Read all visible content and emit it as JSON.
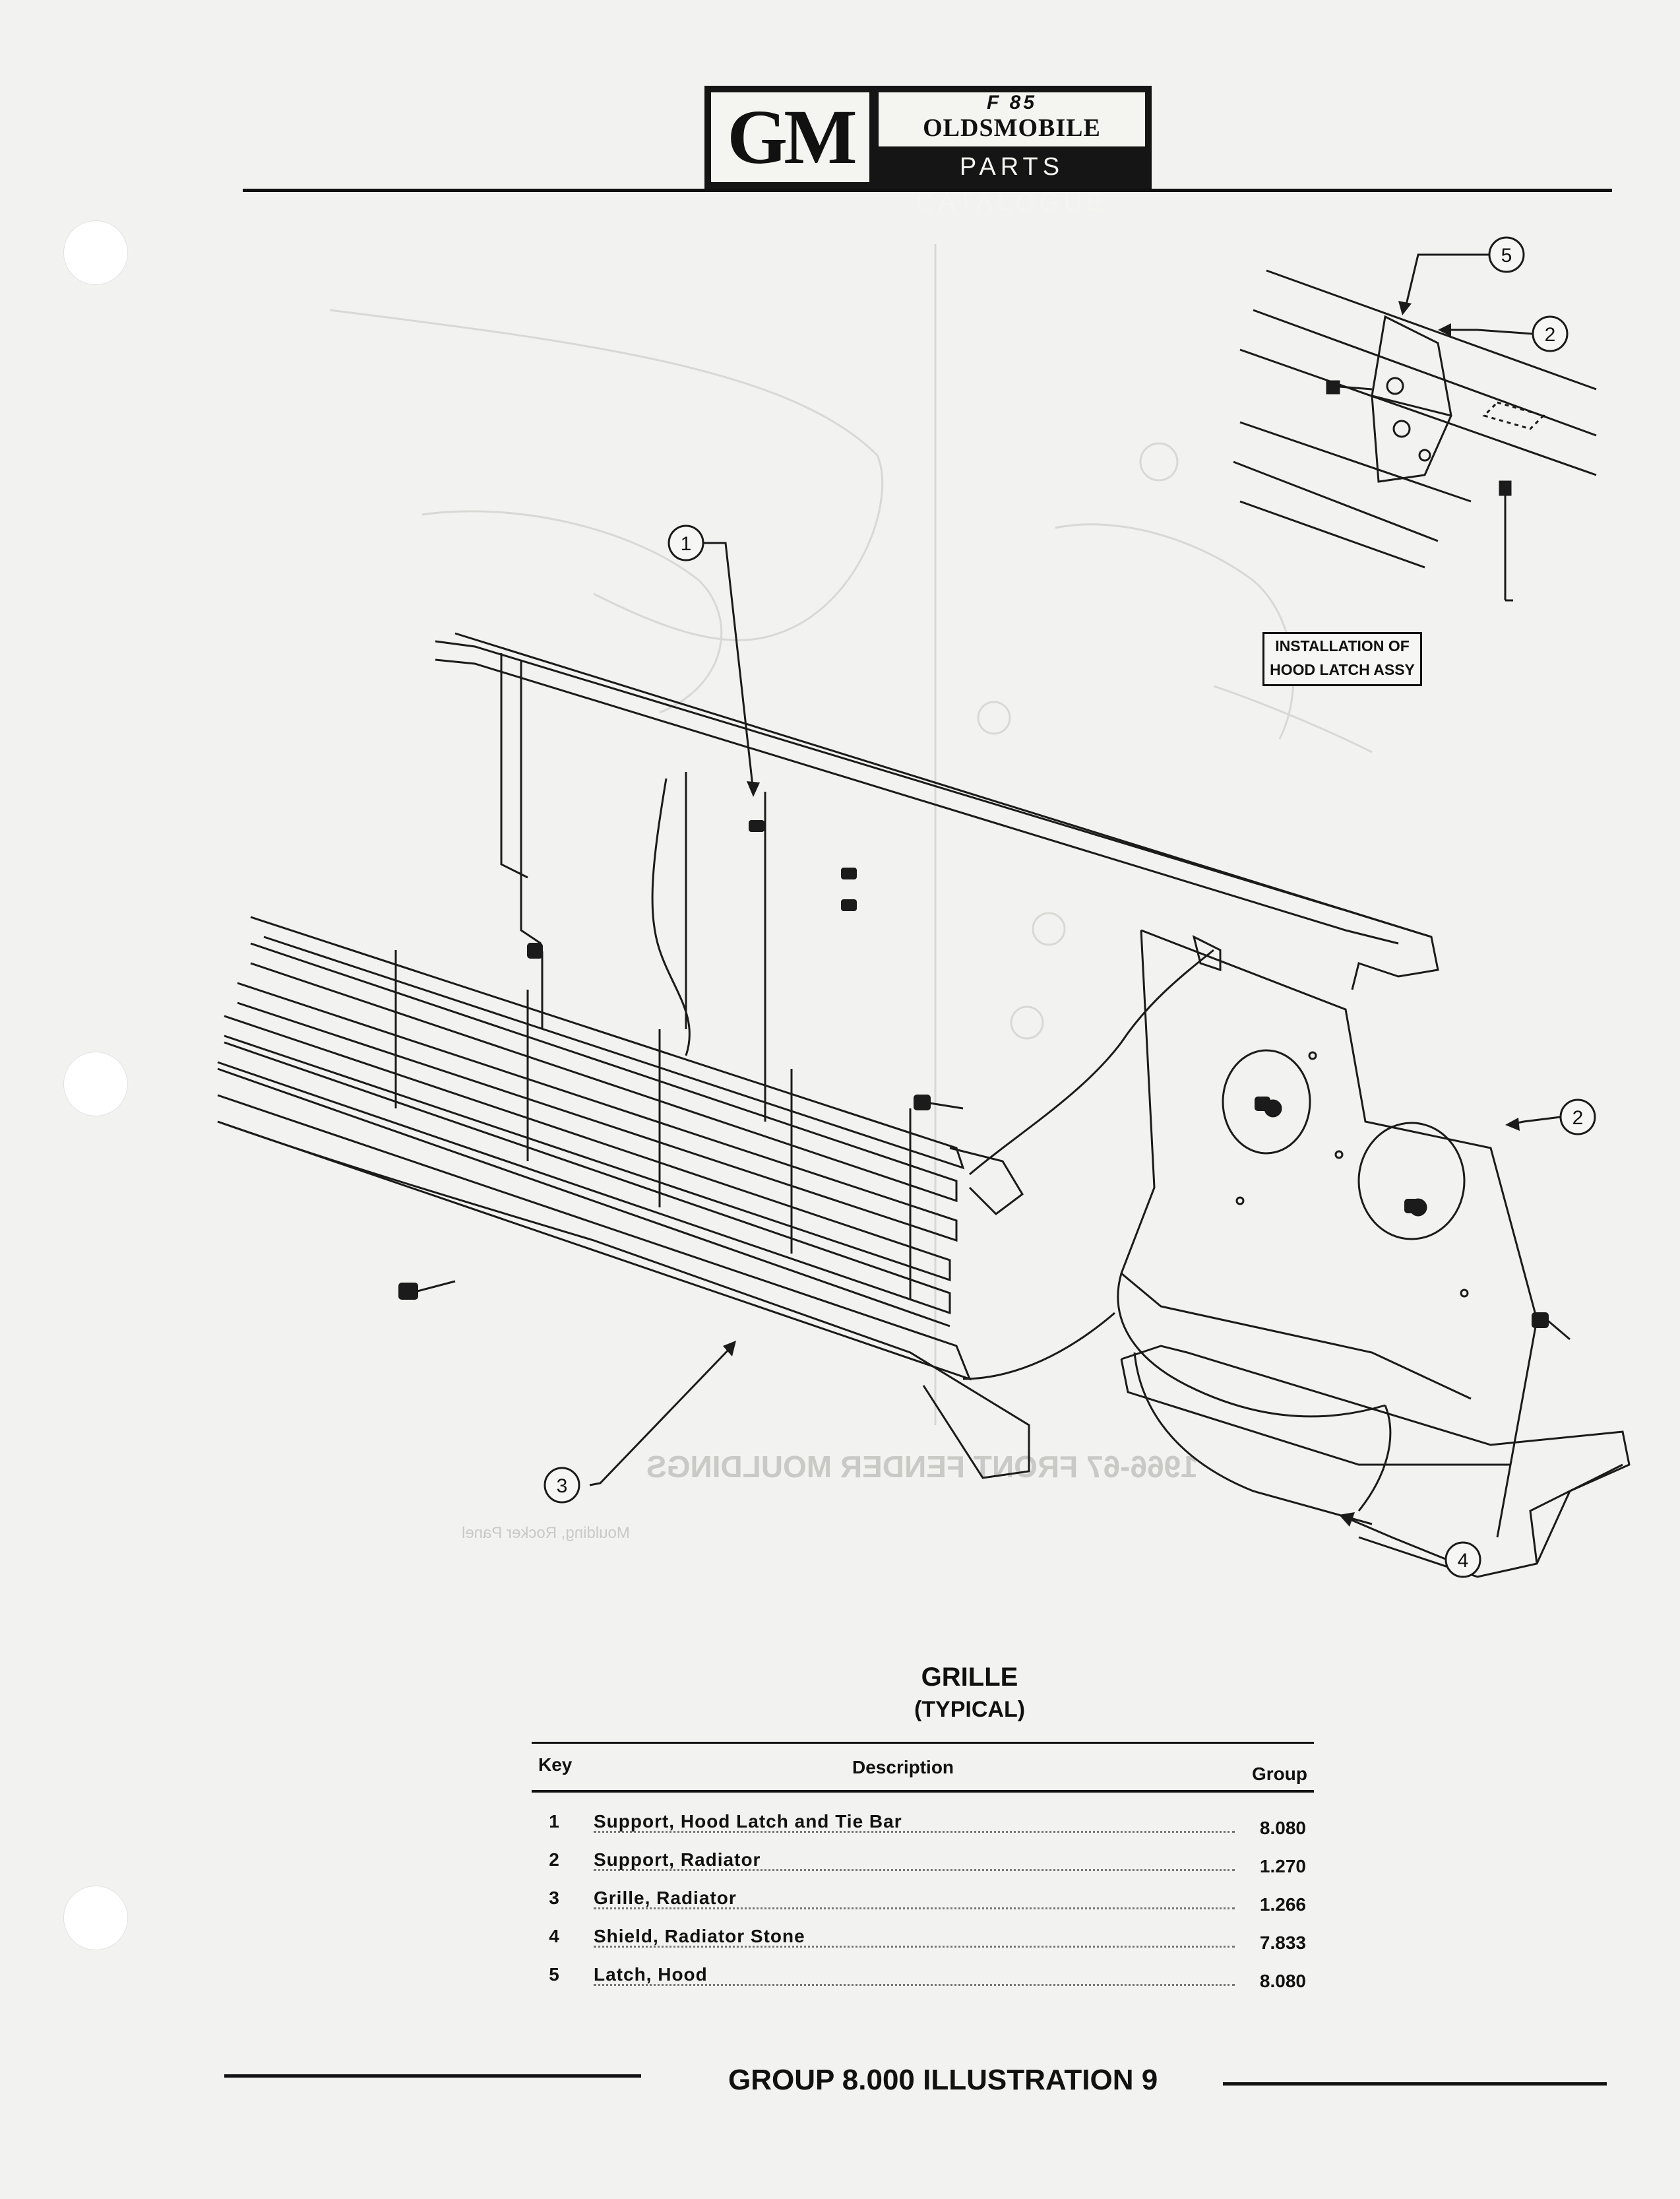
{
  "header": {
    "brand": "GM",
    "model": "F 85",
    "make": "OLDSMOBILE",
    "catalogue": "PARTS CATALOGUE"
  },
  "illustration": {
    "callouts": [
      "1",
      "2",
      "3",
      "4",
      "5",
      "2"
    ],
    "inset_label_line1": "INSTALLATION OF",
    "inset_label_line2": "HOOD LATCH ASSY"
  },
  "section": {
    "title": "GRILLE",
    "subtitle": "(TYPICAL)"
  },
  "table": {
    "headers": {
      "key": "Key",
      "description": "Description",
      "group": "Group"
    },
    "rows": [
      {
        "key": "1",
        "description": "Support, Hood Latch and Tie Bar",
        "group": "8.080"
      },
      {
        "key": "2",
        "description": "Support, Radiator",
        "group": "1.270"
      },
      {
        "key": "3",
        "description": "Grille, Radiator",
        "group": "1.266"
      },
      {
        "key": "4",
        "description": "Shield, Radiator Stone",
        "group": "7.833"
      },
      {
        "key": "5",
        "description": "Latch, Hood",
        "group": "8.080"
      }
    ]
  },
  "footer": {
    "text": "GROUP 8.000 ILLUSTRATION 9"
  }
}
